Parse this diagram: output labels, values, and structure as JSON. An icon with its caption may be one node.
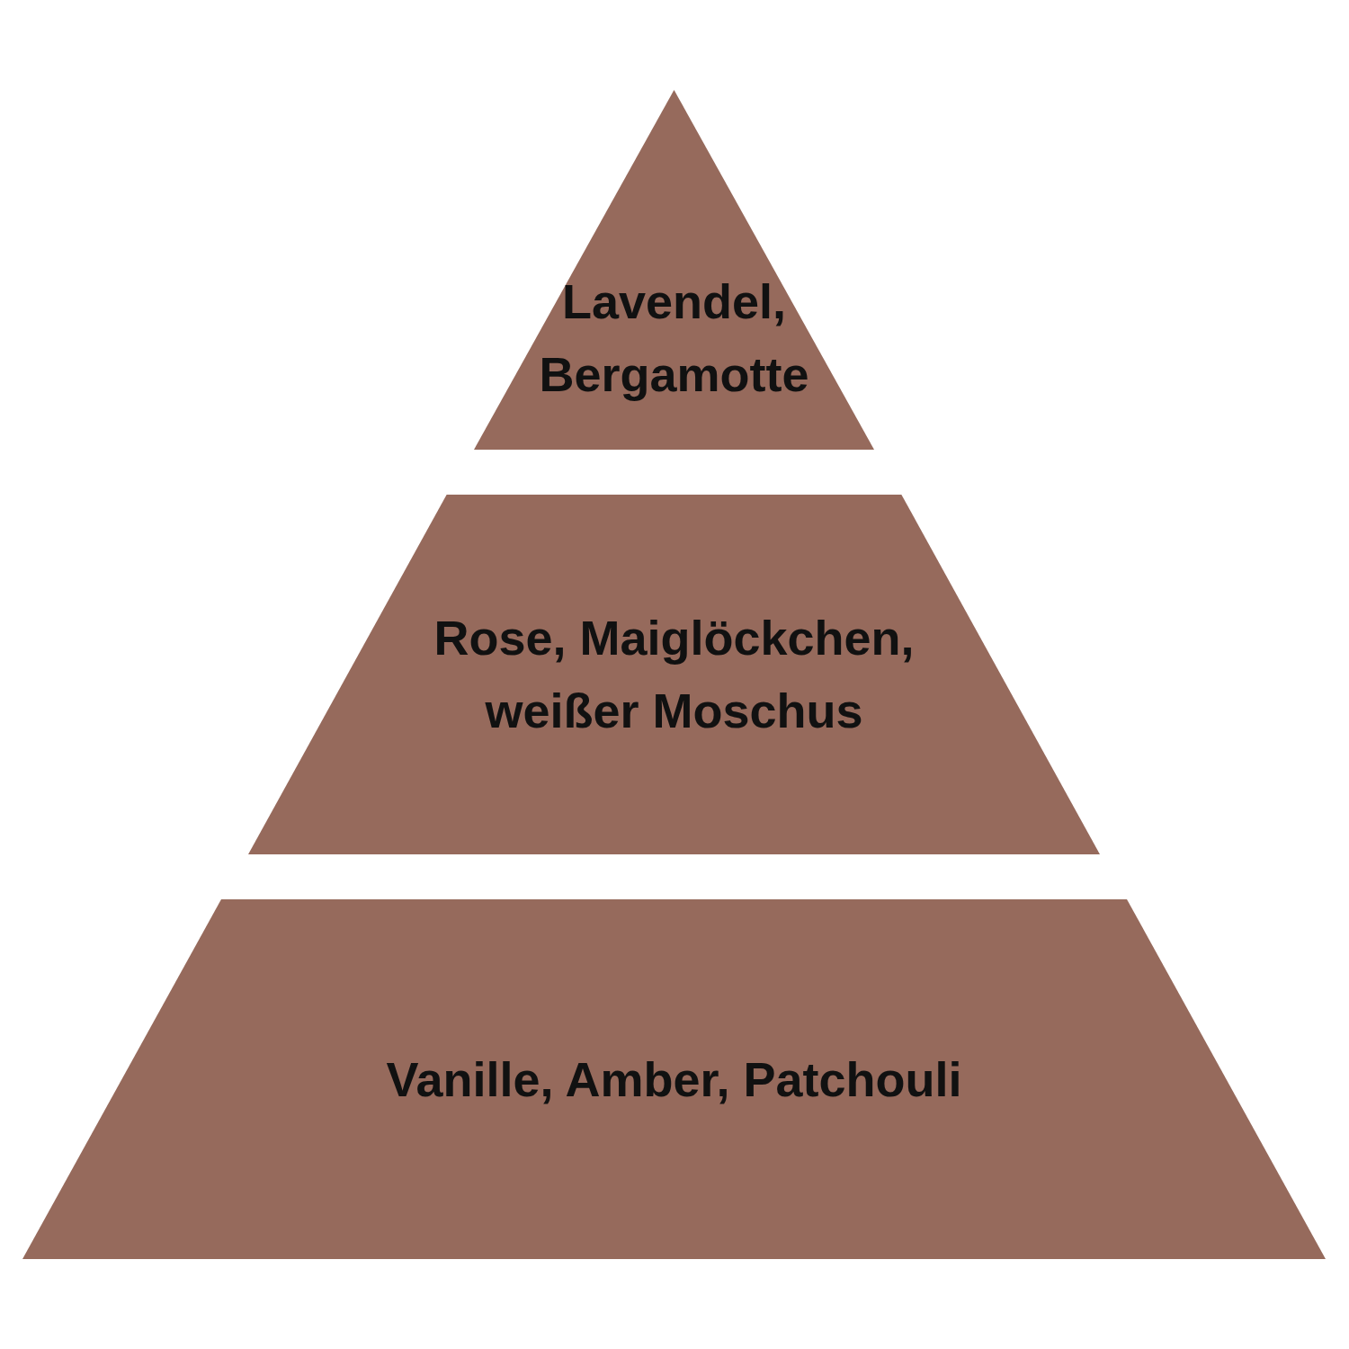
{
  "diagram": {
    "nodes": [
      {
        "text": [
          "Lavendel, Bergamotte"
        ]
      },
      {
        "text": [
          "Rose, Maiglöckchen, weißer Moschus"
        ]
      },
      {
        "text": [
          "Vanille, Amber, Patchouli"
        ]
      }
    ]
  }
}
